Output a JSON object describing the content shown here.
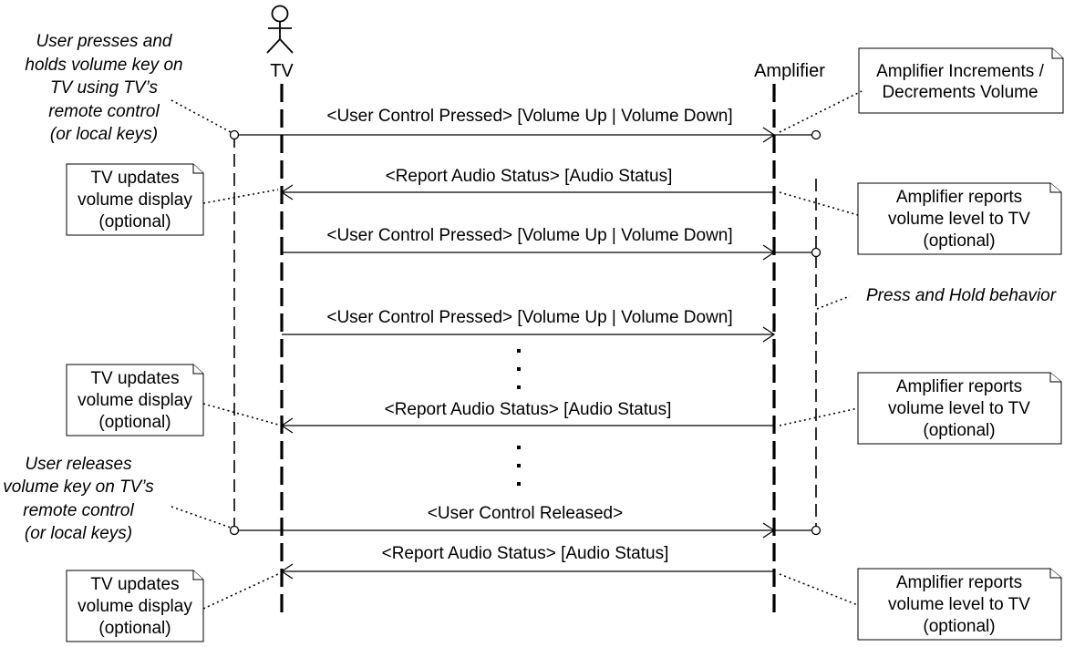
{
  "participants": {
    "tv": {
      "name": "TV",
      "icon": "stick-figure-actor-icon"
    },
    "amplifier": {
      "name": "Amplifier"
    }
  },
  "messages": [
    {
      "label": "<User Control Pressed> [Volume Up | Volume Down]",
      "from": "tv",
      "to": "amplifier"
    },
    {
      "label": "<Report Audio Status> [Audio Status]",
      "from": "amplifier",
      "to": "tv"
    },
    {
      "label": "<User Control Pressed> [Volume Up | Volume Down]",
      "from": "tv",
      "to": "amplifier"
    },
    {
      "label": "<User Control Pressed> [Volume Up | Volume Down]",
      "from": "tv",
      "to": "amplifier"
    },
    {
      "label": "<Report Audio Status> [Audio Status]",
      "from": "amplifier",
      "to": "tv"
    },
    {
      "label": "<User Control Released>",
      "from": "tv",
      "to": "amplifier"
    },
    {
      "label": "<Report Audio Status> [Audio Status]",
      "from": "amplifier",
      "to": "tv"
    }
  ],
  "user_annotations": [
    {
      "lines": [
        "User presses and",
        "holds volume key on",
        "TV using TV’s",
        "remote control",
        "(or local keys)"
      ]
    },
    {
      "lines": [
        "User releases",
        "volume key on TV’s",
        "remote control",
        "(or local keys)"
      ]
    }
  ],
  "phase_label": "Press and Hold behavior",
  "notes": {
    "amp_increments": {
      "lines": [
        "Amplifier Increments /",
        "Decrements Volume"
      ]
    },
    "amp_reports_1": {
      "lines": [
        "Amplifier  reports",
        "volume level to TV",
        "(optional)"
      ]
    },
    "amp_reports_2": {
      "lines": [
        "Amplifier  reports",
        "volume level to TV",
        "(optional)"
      ]
    },
    "amp_reports_3": {
      "lines": [
        "Amplifier  reports",
        "volume level to TV",
        "(optional)"
      ]
    },
    "tv_updates_1": {
      "lines": [
        "TV updates",
        "volume display",
        "(optional)"
      ]
    },
    "tv_updates_2": {
      "lines": [
        "TV updates",
        "volume display",
        "(optional)"
      ]
    },
    "tv_updates_3": {
      "lines": [
        "TV updates",
        "volume display",
        "(optional)"
      ]
    }
  }
}
